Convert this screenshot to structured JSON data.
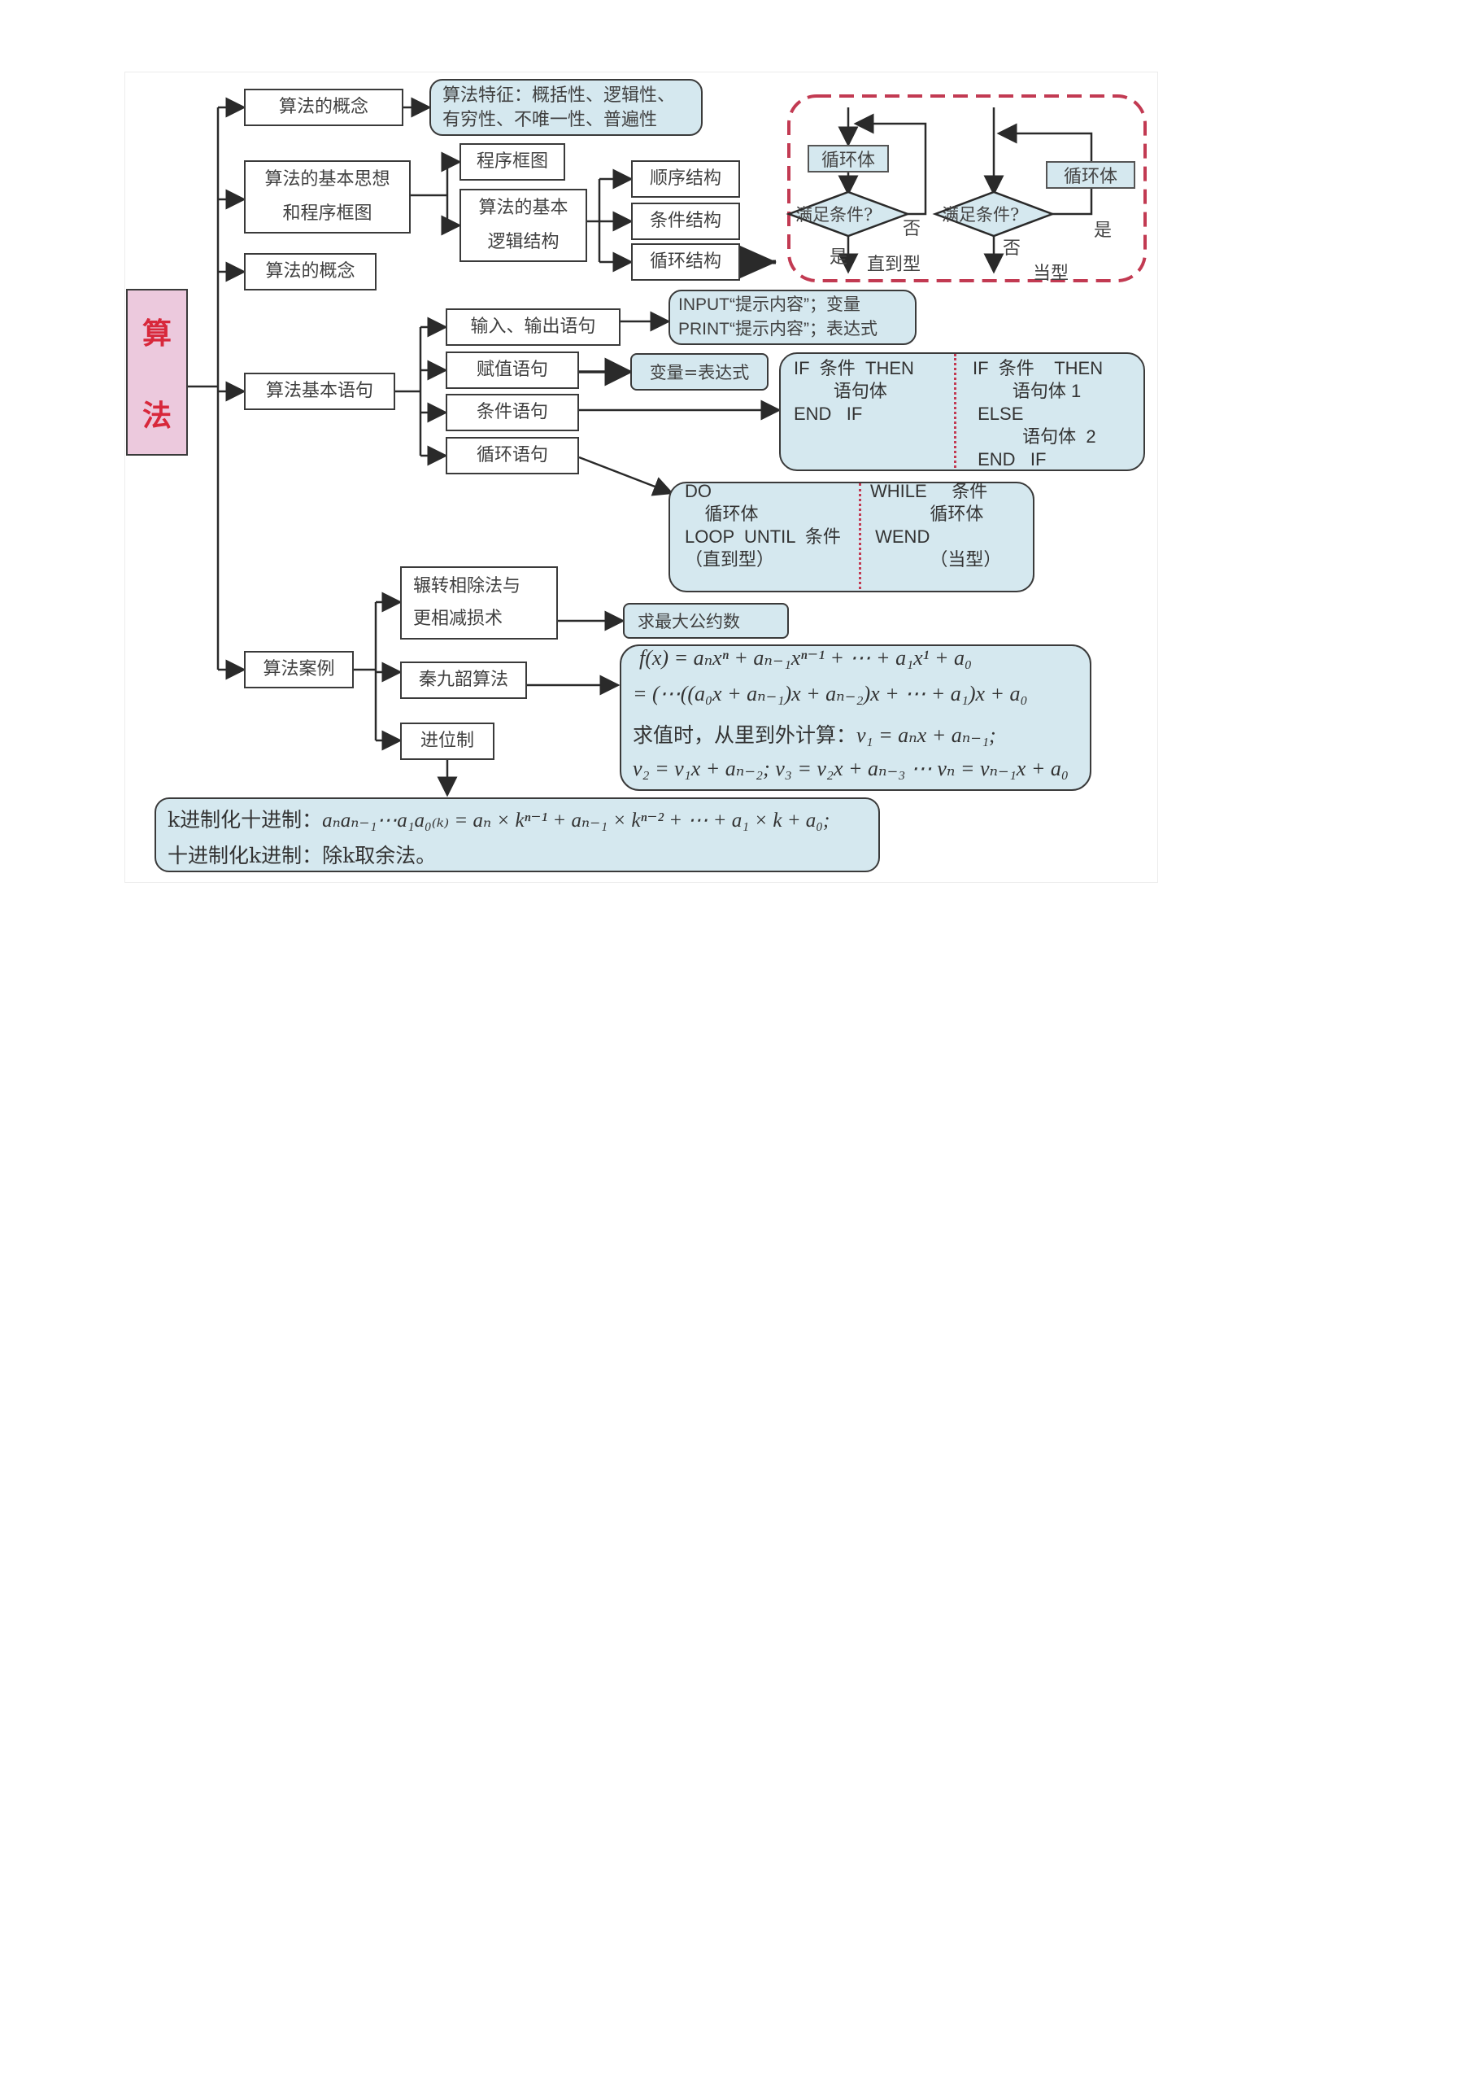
{
  "root": {
    "label_top": "算",
    "label_bottom": "法"
  },
  "colors": {
    "root_bg": "#ecc9dd",
    "root_text": "#d8283b",
    "note_bg": "#d5e8ef",
    "dashed_border": "#c23a52",
    "line": "#3a3a3a"
  },
  "branches": {
    "concept1": {
      "label": "算法的概念",
      "note": [
        "算法特征：概括性、逻辑性、",
        "有穷性、不唯一性、普遍性"
      ]
    },
    "thought": {
      "label": [
        "算法的基本思想",
        "和程序框图"
      ],
      "children": {
        "flowchart": "程序框图",
        "logic": [
          "算法的基本",
          "逻辑结构"
        ],
        "structures": [
          "顺序结构",
          "条件结构",
          "循环结构"
        ]
      }
    },
    "concept2": {
      "label": "算法的概念"
    },
    "statements": {
      "label": "算法基本语句",
      "children": [
        "输入、输出语句",
        "赋值语句",
        "条件语句",
        "循环语句"
      ],
      "io_note": [
        "INPUT“提示内容”；变量",
        "PRINT“提示内容”；表达式"
      ],
      "assign_note": "变量=表达式",
      "if_note": {
        "left": [
          "IF  条件  THEN",
          "        语句体",
          "END   IF"
        ],
        "right": [
          "IF  条件    THEN",
          "        语句体 1",
          " ELSE",
          "          语句体  2",
          " END   IF"
        ]
      },
      "loop_note": {
        "left": [
          "DO",
          "    循环体",
          "LOOP  UNTIL  条件",
          "（直到型）"
        ],
        "right": [
          "WHILE     条件",
          "            循环体",
          " WEND",
          "",
          "            （当型）"
        ]
      }
    },
    "cases": {
      "label": "算法案例",
      "children": {
        "euclid": [
          "辗转相除法与",
          "更相减损术"
        ],
        "qin": "秦九韶算法",
        "base": "进位制"
      },
      "gcd_note": "求最大公约数",
      "qin_note": {
        "line1": "f(x) = aₙxⁿ + aₙ₋₁xⁿ⁻¹ + ⋯ + a₁x¹ + a₀",
        "line2": "= (⋯((a₀x + aₙ₋₁)x + aₙ₋₂)x + ⋯ + a₁)x + a₀",
        "line3_text": "求值时，从里到外计算：",
        "line3_math": "v₁ = aₙx + aₙ₋₁;",
        "line4": "v₂ = v₁x + aₙ₋₂; v₃ = v₂x + aₙ₋₃ ⋯ vₙ = vₙ₋₁x + a₀"
      },
      "base_note": {
        "line1_text": "k进制化十进制：",
        "line1_math": "aₙaₙ₋₁⋯a₁a₀₍ₖ₎ = aₙ × kⁿ⁻¹ + aₙ₋₁ × kⁿ⁻² + ⋯ + a₁ × k + a₀;",
        "line2": "十进制化k进制：除k取余法。"
      }
    }
  },
  "loop_diagrams": {
    "until": {
      "body": "循环体",
      "cond": "满足条件?",
      "yes": "是",
      "no": "否",
      "caption": "直到型"
    },
    "while": {
      "body": "循环体",
      "cond": "满足条件?",
      "yes": "是",
      "no": "否",
      "caption": "当型"
    }
  }
}
